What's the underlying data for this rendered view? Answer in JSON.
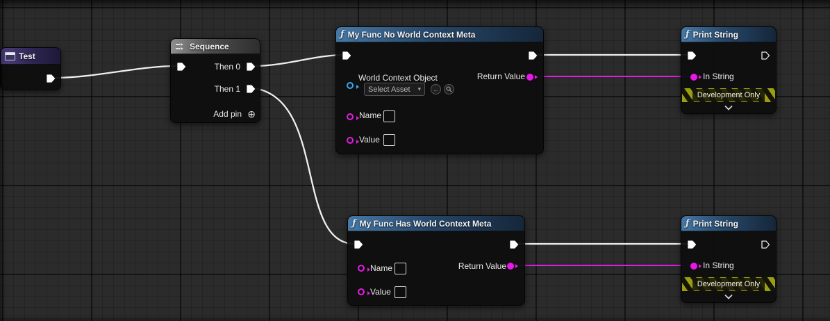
{
  "nodes": {
    "test": {
      "title": "Test"
    },
    "sequence": {
      "title": "Sequence",
      "then0": "Then 0",
      "then1": "Then 1",
      "add_pin": "Add pin"
    },
    "func_no_world": {
      "title": "My Func No World Context Meta",
      "world_context_object": "World Context Object",
      "select_asset": "Select Asset",
      "return_value": "Return Value",
      "name": "Name",
      "value": "Value"
    },
    "print_string_top": {
      "title": "Print String",
      "in_string": "In String",
      "dev_banner": "Development Only"
    },
    "func_has_world": {
      "title": "My Func Has World Context Meta",
      "name": "Name",
      "value": "Value",
      "return_value": "Return Value"
    },
    "print_string_bottom": {
      "title": "Print String",
      "in_string": "In String",
      "dev_banner": "Development Only"
    }
  },
  "icons": {
    "function": "ƒ",
    "add_pin": "⊕",
    "dropdown_arrow": "▾",
    "use_selected": "←"
  },
  "colors": {
    "exec_wire": "#efefef",
    "string_wire": "#e619e6",
    "string_pin": "#e619e6",
    "object_pin": "#38a6f0",
    "function_header": "#4679a6",
    "dev_banner_stripe": "#9c9e12"
  }
}
